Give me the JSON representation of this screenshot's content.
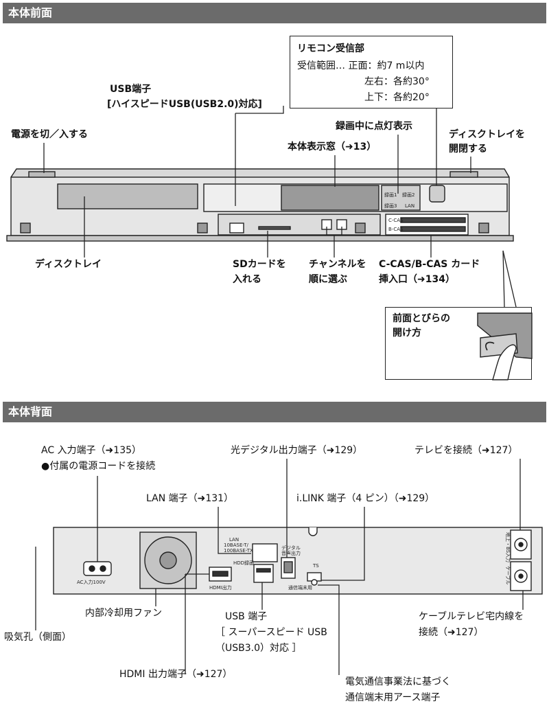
{
  "front": {
    "header": "本体前面",
    "remote": {
      "title": "リモコン受信部",
      "line1": "受信範囲… 正面：約7 m以内",
      "line2": "左右：各約30°",
      "line3": "上下：各約20°"
    },
    "usb_port_line1": "USB端子",
    "usb_port_line2": "[ハイスピードUSB(USB2.0)対応]",
    "power": "電源を切／入する",
    "rec_indicator": "録画中に点灯表示",
    "display_window": "本体表示窓（➜13）",
    "disc_tray_open_line1": "ディスクトレイを",
    "disc_tray_open_line2": "開閉する",
    "disc_tray": "ディスクトレイ",
    "sd_line1": "SDカードを",
    "sd_line2": "入れる",
    "channel_line1": "チャンネルを",
    "channel_line2": "順に選ぶ",
    "cas_line1": "C-CAS/B-CAS カード",
    "cas_line2": "挿入口（➜134）",
    "door_line1": "前面とびらの",
    "door_line2": "開け方",
    "device_marks": {
      "rec1": "録画1",
      "rec2": "録画2",
      "rec3": "録画3",
      "lan": "LAN",
      "ccas": "C-CAS",
      "bcas": "B-CAS"
    }
  },
  "back": {
    "header": "本体背面",
    "ac_line1": "AC 入力端子（➜135）",
    "ac_line2": "●付属の電源コードを接続",
    "optical": "光デジタル出力端子（➜129）",
    "tv_connect": "テレビを接続（➜127）",
    "lan": "LAN 端子（➜131）",
    "ilink": "i.LINK 端子（4 ピン）（➜129）",
    "fan": "内部冷却用ファン",
    "vent": "吸気孔（側面）",
    "usb3_line1": "USB 端子",
    "usb3_line2": "［ スーパースピード USB",
    "usb3_line3": "（USB3.0）対応 ］",
    "cable_line1": "ケーブルテレビ宅内線を",
    "cable_line2": "接続（➜127）",
    "hdmi": "HDMI 出力端子（➜127）",
    "ground_line1": "電気通信事業法に基づく",
    "ground_line2": "通信端末用アース端子",
    "device_marks": {
      "ac_in": "AC入力100V",
      "lan_tag": "LAN",
      "lan_spec1": "10BASE-T/",
      "lan_spec2": "100BASE-TX",
      "hdd": "HDD録画",
      "hdmi_out": "HDMI出力",
      "digital": "デジタル",
      "audio_out": "音声出力",
      "ts": "TS",
      "ground_mark": "通信端末用",
      "antenna_in": "地上・BS入力",
      "cable_mark": "ケーブル"
    }
  }
}
